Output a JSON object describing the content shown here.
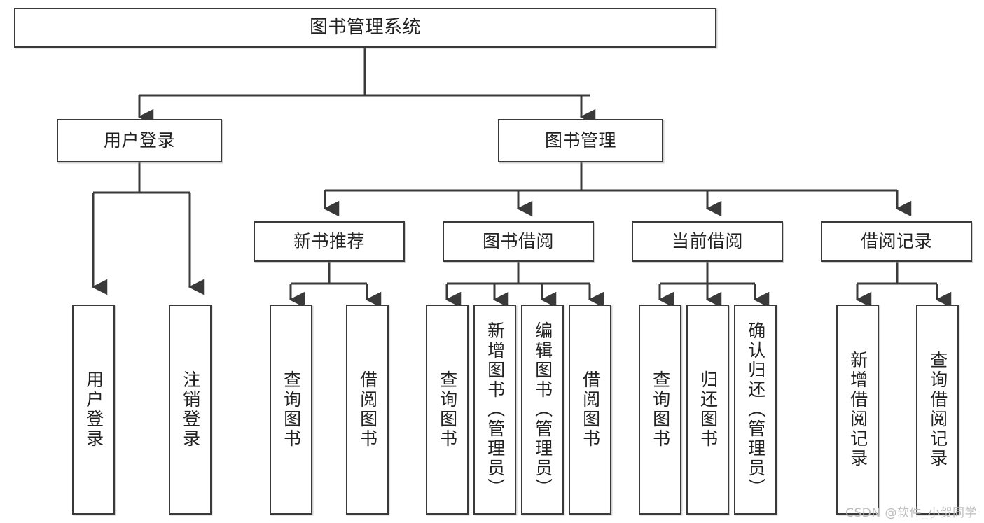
{
  "diagram": {
    "title_node": {
      "id": "root",
      "label": "图书管理系统"
    },
    "tier2": [
      {
        "id": "user-login",
        "label": "用户登录"
      },
      {
        "id": "book-mgmt",
        "label": "图书管理"
      }
    ],
    "tier3": [
      {
        "id": "new-book-rec",
        "label": "新书推荐"
      },
      {
        "id": "book-borrow",
        "label": "图书借阅"
      },
      {
        "id": "current-borrow",
        "label": "当前借阅"
      },
      {
        "id": "borrow-record",
        "label": "借阅记录"
      }
    ],
    "leaves": {
      "user_login": [
        {
          "id": "leaf-user-login",
          "label": "用户登录"
        },
        {
          "id": "leaf-logout",
          "label": "注销登录"
        }
      ],
      "new_book_rec": [
        {
          "id": "leaf-query-book-1",
          "label": "查询图书"
        },
        {
          "id": "leaf-borrow-book-1",
          "label": "借阅图书"
        }
      ],
      "book_borrow": [
        {
          "id": "leaf-query-book-2",
          "label": "查询图书"
        },
        {
          "id": "leaf-add-book",
          "label": "新增图书（管理员）"
        },
        {
          "id": "leaf-edit-book",
          "label": "编辑图书（管理员）"
        },
        {
          "id": "leaf-borrow-book-2",
          "label": "借阅图书"
        }
      ],
      "current_borrow": [
        {
          "id": "leaf-query-book-3",
          "label": "查询图书"
        },
        {
          "id": "leaf-return-book",
          "label": "归还图书"
        },
        {
          "id": "leaf-confirm-return",
          "label": "确认归还（管理员）"
        }
      ],
      "borrow_record": [
        {
          "id": "leaf-add-record",
          "label": "新增借阅记录"
        },
        {
          "id": "leaf-query-record",
          "label": "查询借阅记录"
        }
      ]
    }
  },
  "watermark": {
    "text": "CSDN @软件_小贺同学"
  },
  "colors": {
    "border": "#3a3a3a",
    "text": "#222222",
    "background": "#ffffff",
    "watermark": "#bdbdbd"
  }
}
